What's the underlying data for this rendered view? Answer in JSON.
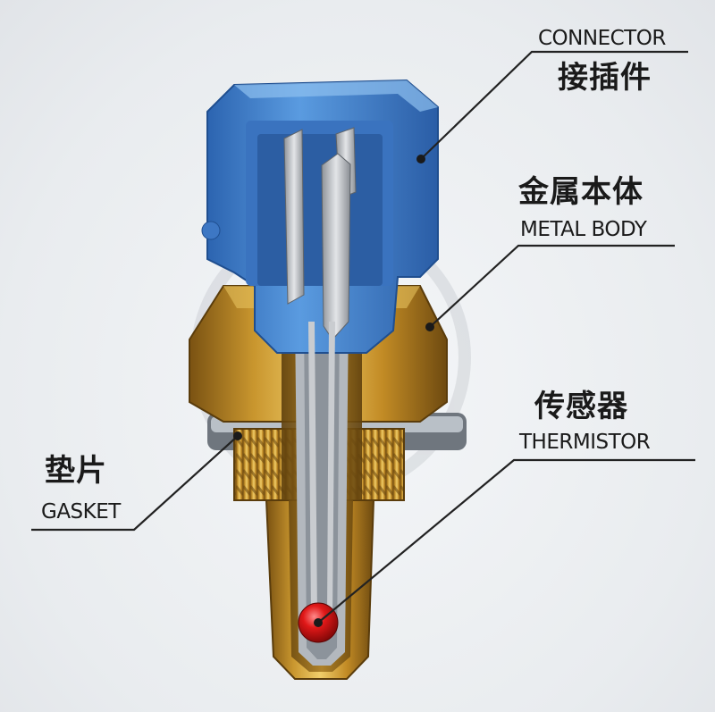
{
  "labels": {
    "connector_en": "CONNECTOR",
    "connector_zh": "接插件",
    "metal_body_zh": "金属本体",
    "metal_body_en": "METAL BODY",
    "thermistor_zh": "传感器",
    "thermistor_en": "THERMISTOR",
    "gasket_zh": "垫片",
    "gasket_en": "GASKET"
  },
  "colors": {
    "connector": "#4f8fd6",
    "metal_body": "#c9962e",
    "gasket": "#9aa2ab",
    "thermistor": "#d91e1e",
    "leader_line": "#222222"
  }
}
